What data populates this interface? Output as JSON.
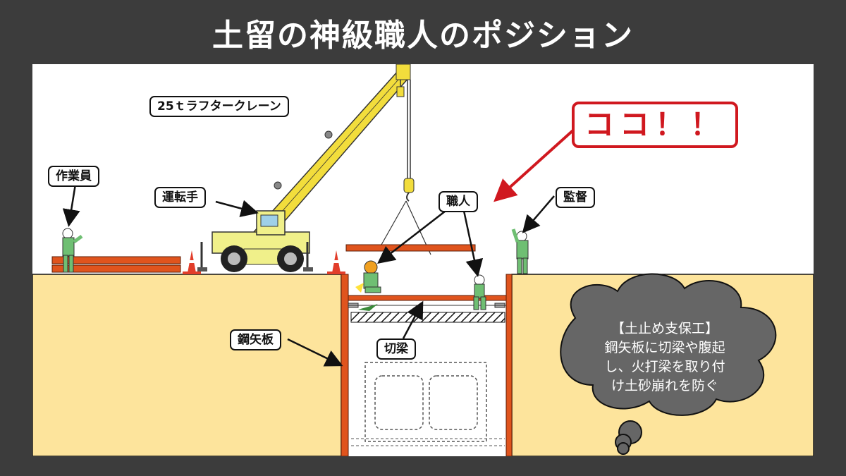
{
  "title": "土留の神級職人のポジション",
  "labels": {
    "crane": "25ｔラフタークレーン",
    "worker": "作業員",
    "operator": "運転手",
    "craftsman": "職人",
    "supervisor": "監督",
    "sheet_pile": "鋼矢板",
    "strut": "切梁"
  },
  "callout": "ココ！！",
  "note": {
    "line1": "【土止め支保工】",
    "line2": "鋼矢板に切梁や腹起",
    "line3": "し、火打梁を取り付",
    "line4": "け土砂崩れを防ぐ"
  },
  "colors": {
    "background": "#3c3c3c",
    "soil": "#fde49c",
    "steel": "#e0541d",
    "crane": "#f0f08a",
    "boom": "#f2dd3c",
    "callout": "#d0181f",
    "cloud": "#666666",
    "worker_suit": "#6fbf73"
  }
}
